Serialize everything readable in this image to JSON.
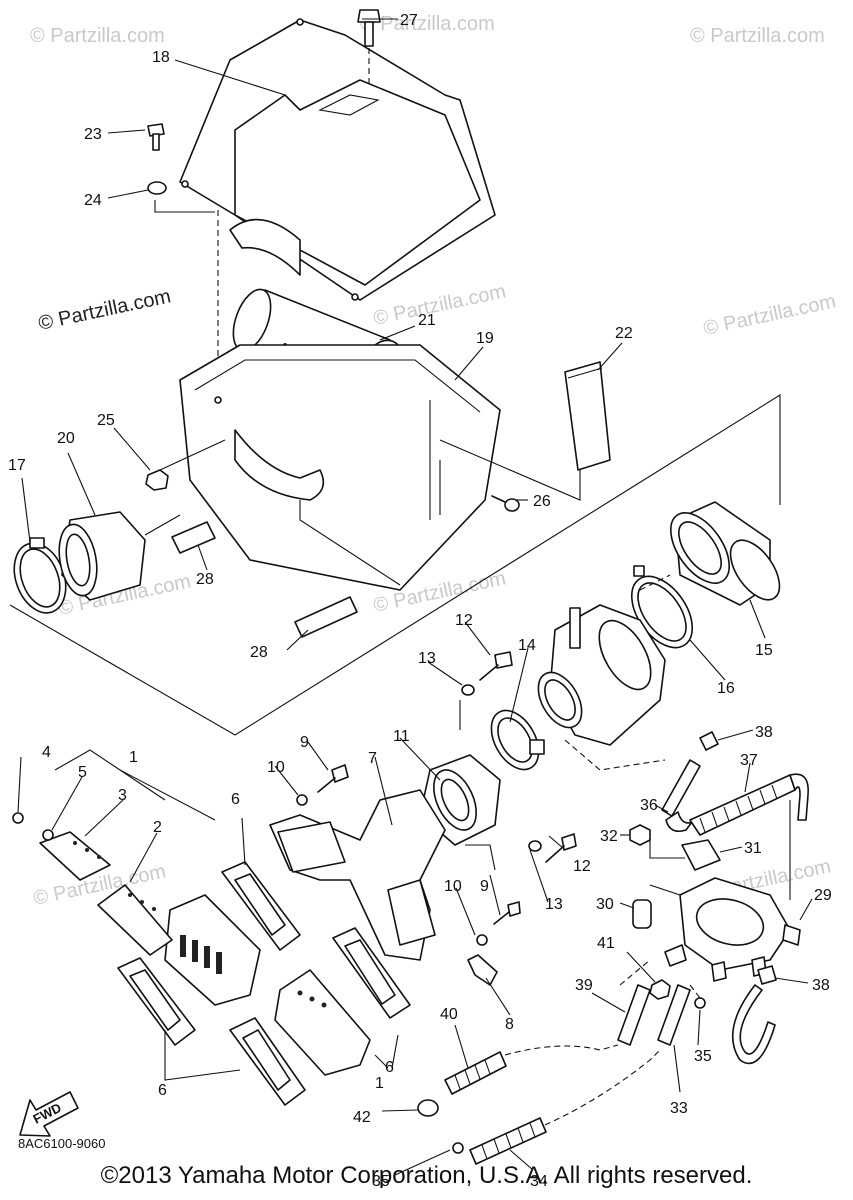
{
  "watermark_text": "© Partzilla.com",
  "diagram_code": "8AC6100-9060",
  "fwd_label": "FWD",
  "copyright": "©2013 Yamaha Motor Corporation, U.S.A. All rights reserved.",
  "labels": {
    "p1a": "1",
    "p1b": "1",
    "p2": "2",
    "p3": "3",
    "p4": "4",
    "p5": "5",
    "p6a": "6",
    "p6b": "6",
    "p6c": "6",
    "p7": "7",
    "p8": "8",
    "p9a": "9",
    "p9b": "9",
    "p10a": "10",
    "p10b": "10",
    "p11": "11",
    "p12a": "12",
    "p12b": "12",
    "p13a": "13",
    "p13b": "13",
    "p14": "14",
    "p15": "15",
    "p16": "16",
    "p17": "17",
    "p18": "18",
    "p19": "19",
    "p20": "20",
    "p21": "21",
    "p22": "22",
    "p23": "23",
    "p24": "24",
    "p25": "25",
    "p26": "26",
    "p27": "27",
    "p28a": "28",
    "p28b": "28",
    "p29": "29",
    "p30": "30",
    "p31": "31",
    "p32": "32",
    "p33": "33",
    "p34": "34",
    "p35a": "35",
    "p35b": "35",
    "p36": "36",
    "p37": "37",
    "p38a": "38",
    "p38b": "38",
    "p39": "39",
    "p40": "40",
    "p41": "41",
    "p42": "42"
  }
}
